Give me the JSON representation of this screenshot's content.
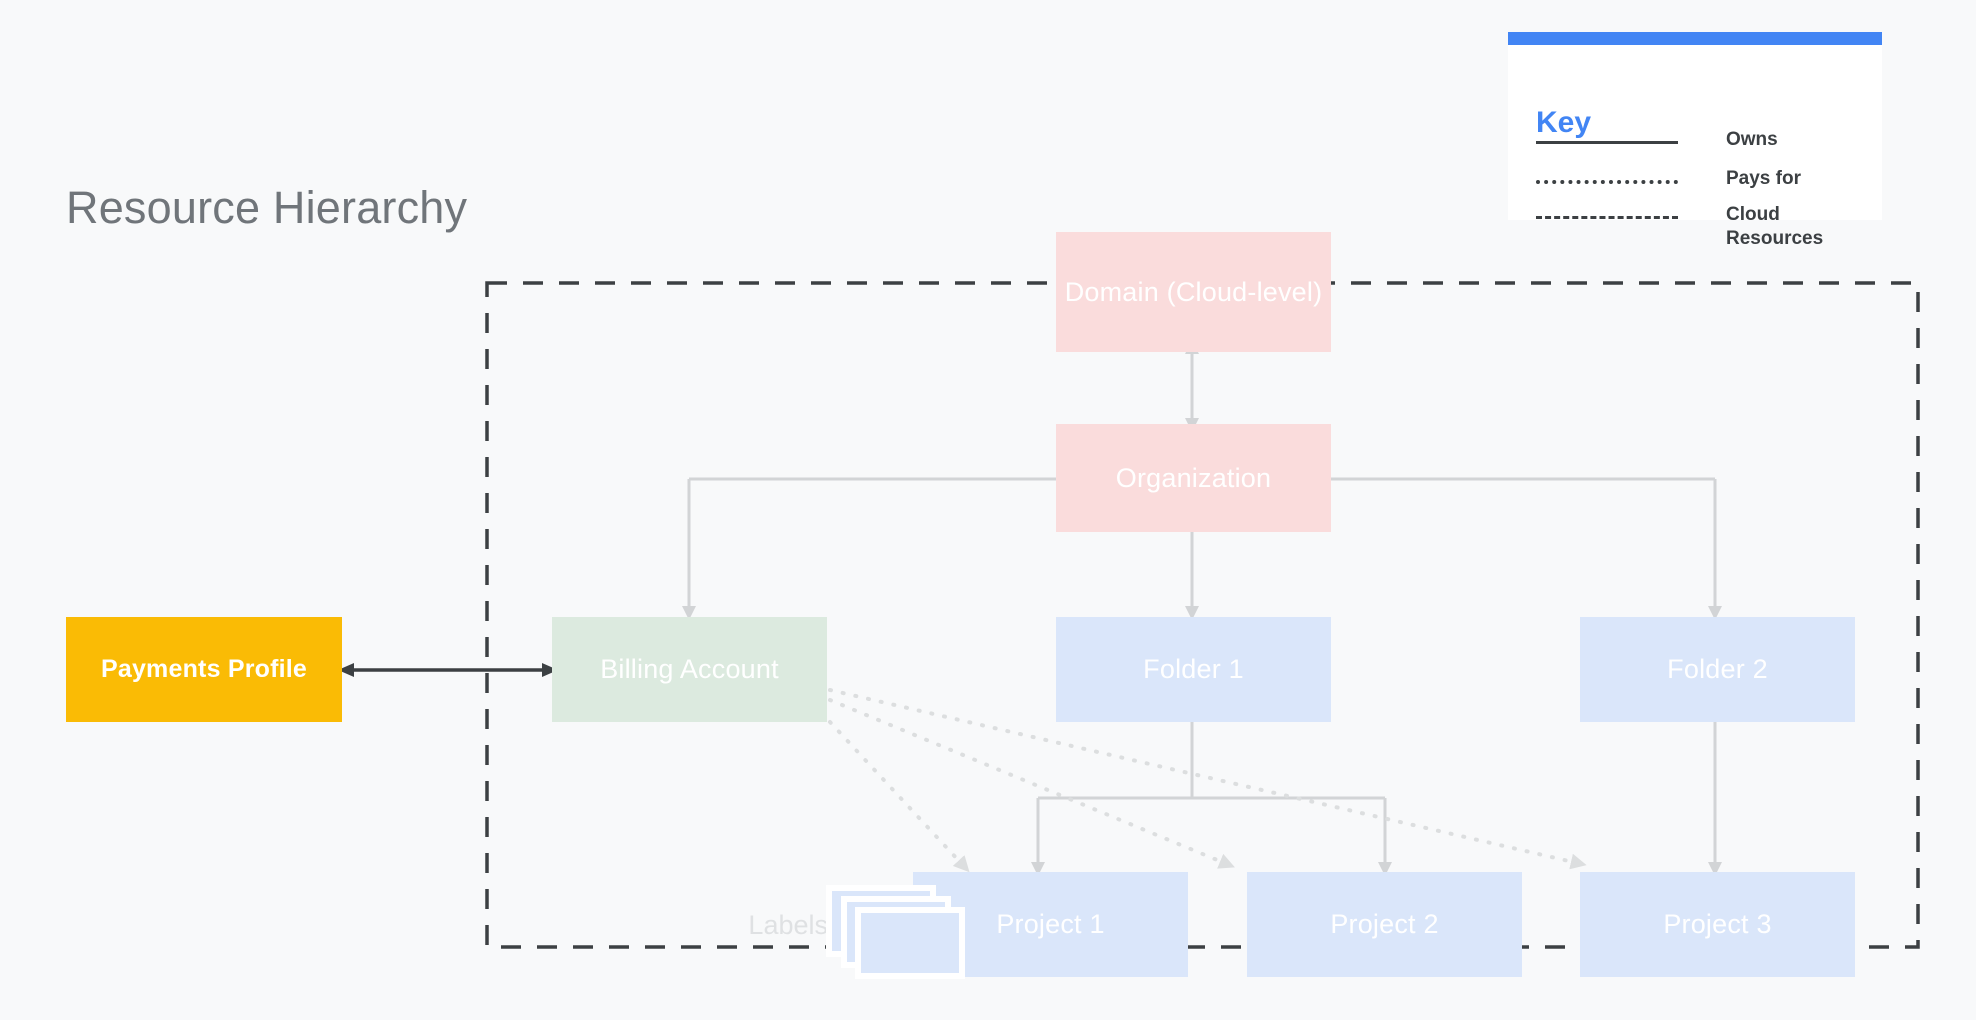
{
  "page": {
    "title": "Resource Hierarchy",
    "background_color": "#f8f9fa",
    "title_color": "#70757a"
  },
  "key": {
    "heading": "Key",
    "accent_color": "#4285f4",
    "items": [
      {
        "line_style": "solid",
        "label": "Owns"
      },
      {
        "line_style": "dotted",
        "label": "Pays for"
      },
      {
        "line_style": "dashed",
        "label": "Cloud Resources"
      }
    ]
  },
  "diagram": {
    "boundary": {
      "name": "cloud-resources-boundary",
      "style": "dashed",
      "color": "#3c4043"
    },
    "nodes": [
      {
        "id": "domain",
        "label": "Domain (Cloud-level)",
        "color": "#fadcdc",
        "text_color": "#ffffff"
      },
      {
        "id": "organization",
        "label": "Organization",
        "color": "#fadcdc",
        "text_color": "#ffffff"
      },
      {
        "id": "billing-account",
        "label": "Billing Account",
        "color": "#dceadf",
        "text_color": "#ffffff"
      },
      {
        "id": "folder-1",
        "label": "Folder 1",
        "color": "#dae6fa",
        "text_color": "#ffffff"
      },
      {
        "id": "folder-2",
        "label": "Folder 2",
        "color": "#dae6fa",
        "text_color": "#ffffff"
      },
      {
        "id": "project-1",
        "label": "Project 1",
        "color": "#dae6fa",
        "text_color": "#ffffff"
      },
      {
        "id": "project-2",
        "label": "Project 2",
        "color": "#dae6fa",
        "text_color": "#ffffff"
      },
      {
        "id": "project-3",
        "label": "Project 3",
        "color": "#dae6fa",
        "text_color": "#ffffff"
      },
      {
        "id": "payments-profile",
        "label": "Payments Profile",
        "color": "#fabb05",
        "text_color": "#ffffff"
      }
    ],
    "labels_annotation": {
      "label": "Labels",
      "color": "#dfe1e3",
      "icon": "stacked-cards-icon"
    },
    "connector_color": "#d2d4d6",
    "emphasis_connector_color": "#3c4043",
    "edges": [
      {
        "from": "domain",
        "to": "organization",
        "style": "solid",
        "arrows": "both"
      },
      {
        "from": "organization",
        "to": "billing-account",
        "style": "solid",
        "arrows": "to"
      },
      {
        "from": "organization",
        "to": "folder-1",
        "style": "solid",
        "arrows": "to"
      },
      {
        "from": "organization",
        "to": "folder-2",
        "style": "solid",
        "arrows": "to"
      },
      {
        "from": "folder-1",
        "to": "project-1",
        "style": "solid",
        "arrows": "to"
      },
      {
        "from": "folder-1",
        "to": "project-2",
        "style": "solid",
        "arrows": "to"
      },
      {
        "from": "folder-2",
        "to": "project-3",
        "style": "solid",
        "arrows": "to"
      },
      {
        "from": "billing-account",
        "to": "project-1",
        "style": "dotted",
        "arrows": "to"
      },
      {
        "from": "billing-account",
        "to": "project-2",
        "style": "dotted",
        "arrows": "to"
      },
      {
        "from": "billing-account",
        "to": "project-3",
        "style": "dotted",
        "arrows": "to"
      },
      {
        "from": "payments-profile",
        "to": "billing-account",
        "style": "solid",
        "arrows": "both"
      }
    ]
  }
}
